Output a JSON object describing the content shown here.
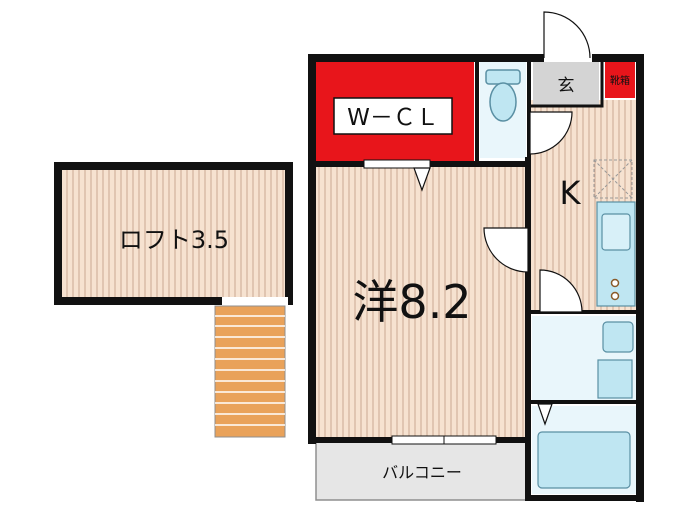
{
  "rooms": {
    "loft": "ロフト3.5",
    "western": "洋8.2",
    "wcl": "W－ＣＬ",
    "kitchen": "K",
    "entrance": "玄",
    "shoe_box": "靴箱",
    "balcony": "バルコニー"
  },
  "colors": {
    "wall": "#111111",
    "floor": "#f6e2d0",
    "floor_stripe": "#c9a790",
    "wcl_fill": "#e8151b",
    "fixture": "#bfe6f2",
    "fixture_stroke": "#5a8fa3",
    "stairs": "#e9a25a",
    "balcony": "#e6e6e6",
    "entrance": "#d4d4d4"
  }
}
